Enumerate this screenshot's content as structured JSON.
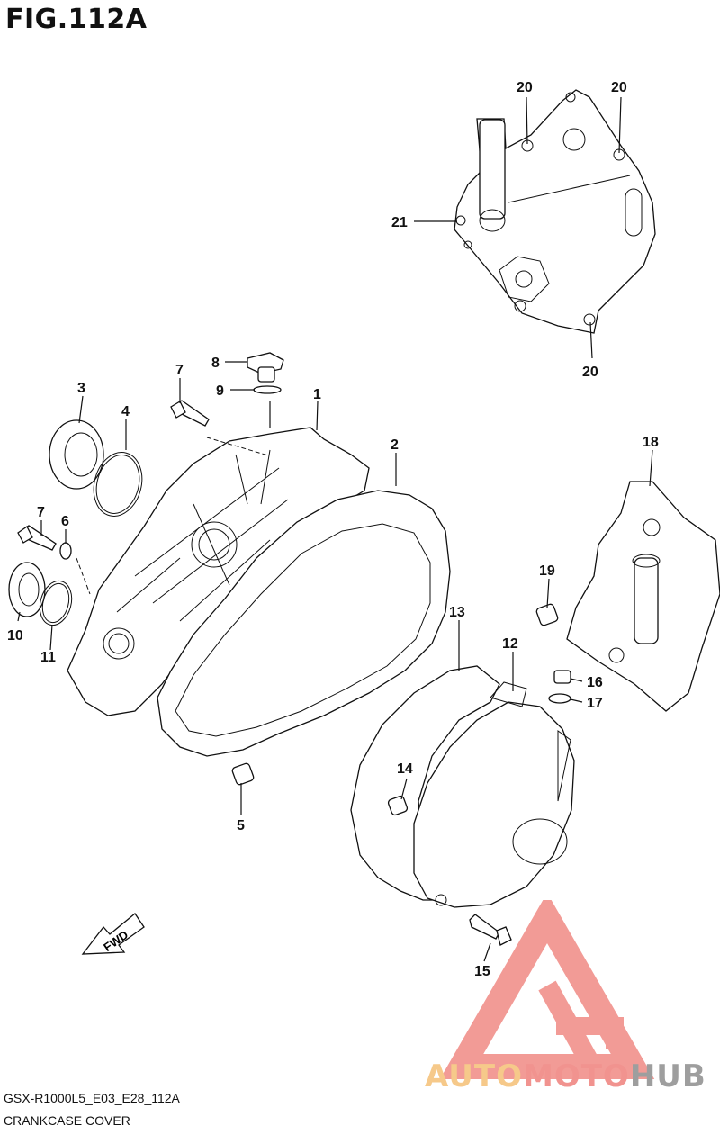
{
  "figure": {
    "title": "FIG.112A",
    "model_code": "GSX-R1000L5_E03_E28_112A",
    "section_name": "CRANKCASE COVER",
    "direction_marker": "FWD"
  },
  "watermark": {
    "part1": "AUTO",
    "part2": "MOTO",
    "part3": "HUB",
    "colors": {
      "auto": "#f6c98a",
      "moto": "#f1938f",
      "hub": "#9e9e9e",
      "mark": "#f29b96"
    }
  },
  "part_labels": [
    {
      "id": "20a",
      "text": "20"
    },
    {
      "id": "20b",
      "text": "20"
    },
    {
      "id": "21",
      "text": "21"
    },
    {
      "id": "20c",
      "text": "20"
    },
    {
      "id": "8",
      "text": "8"
    },
    {
      "id": "7a",
      "text": "7"
    },
    {
      "id": "9",
      "text": "9"
    },
    {
      "id": "1",
      "text": "1"
    },
    {
      "id": "3",
      "text": "3"
    },
    {
      "id": "4",
      "text": "4"
    },
    {
      "id": "2",
      "text": "2"
    },
    {
      "id": "18",
      "text": "18"
    },
    {
      "id": "7b",
      "text": "7"
    },
    {
      "id": "6",
      "text": "6"
    },
    {
      "id": "19",
      "text": "19"
    },
    {
      "id": "10",
      "text": "10"
    },
    {
      "id": "11",
      "text": "11"
    },
    {
      "id": "13",
      "text": "13"
    },
    {
      "id": "12",
      "text": "12"
    },
    {
      "id": "16",
      "text": "16"
    },
    {
      "id": "17",
      "text": "17"
    },
    {
      "id": "14",
      "text": "14"
    },
    {
      "id": "5",
      "text": "5"
    },
    {
      "id": "15",
      "text": "15"
    }
  ]
}
